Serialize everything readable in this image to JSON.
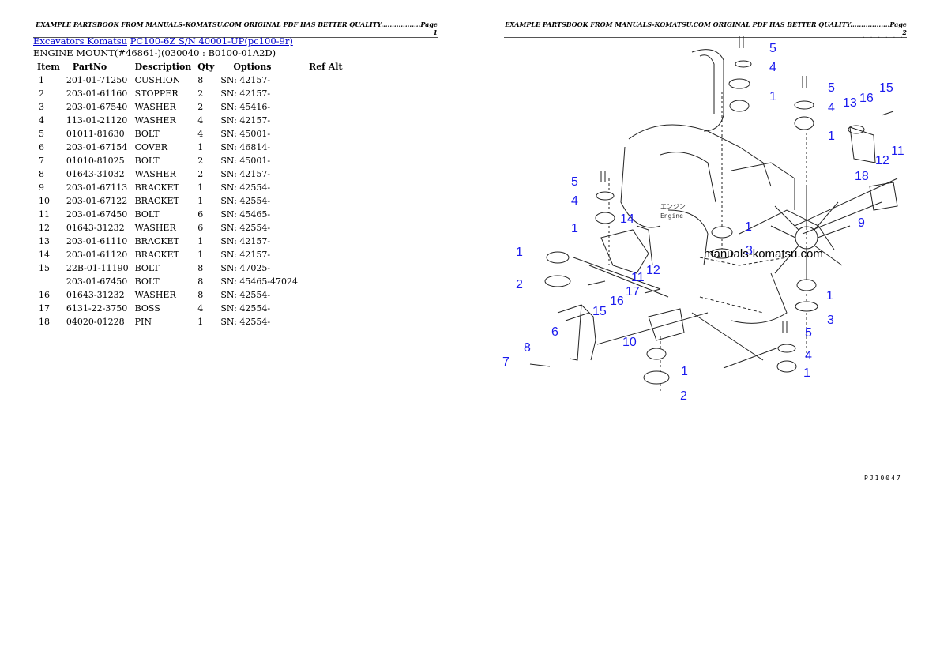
{
  "header": {
    "page1": "EXAMPLE PARTSBOOK FROM MANUALS-KOMATSU.COM ORIGINAL PDF HAS BETTER QUALITY..................Page 1",
    "page2": "EXAMPLE PARTSBOOK FROM MANUALS-KOMATSU.COM ORIGINAL PDF HAS BETTER QUALITY..................Page 2"
  },
  "breadcrumb": {
    "link1": "Excavators Komatsu",
    "link2": "PC100-6Z S/N 40001-UP(pc100-9r)"
  },
  "section_title": "ENGINE MOUNT(#46861-)(030040 : B0100-01A2D)",
  "table": {
    "headers": [
      "Item",
      "PartNo",
      "Description",
      "Qty",
      "Options",
      "Ref Alt"
    ],
    "rows": [
      [
        "1",
        "201-01-71250",
        "CUSHION",
        "8",
        "SN: 42157-",
        ""
      ],
      [
        "2",
        "203-01-61160",
        "STOPPER",
        "2",
        "SN: 42157-",
        ""
      ],
      [
        "3",
        "203-01-67540",
        "WASHER",
        "2",
        "SN: 45416-",
        ""
      ],
      [
        "4",
        "113-01-21120",
        "WASHER",
        "4",
        "SN: 42157-",
        ""
      ],
      [
        "5",
        "01011-81630",
        "BOLT",
        "4",
        "SN: 45001-",
        ""
      ],
      [
        "6",
        "203-01-67154",
        "COVER",
        "1",
        "SN: 46814-",
        ""
      ],
      [
        "7",
        "01010-81025",
        "BOLT",
        "2",
        "SN: 45001-",
        ""
      ],
      [
        "8",
        "01643-31032",
        "WASHER",
        "2",
        "SN: 42157-",
        ""
      ],
      [
        "9",
        "203-01-67113",
        "BRACKET",
        "1",
        "SN: 42554-",
        ""
      ],
      [
        "10",
        "203-01-67122",
        "BRACKET",
        "1",
        "SN: 42554-",
        ""
      ],
      [
        "11",
        "203-01-67450",
        "BOLT",
        "6",
        "SN: 45465-",
        ""
      ],
      [
        "12",
        "01643-31232",
        "WASHER",
        "6",
        "SN: 42554-",
        ""
      ],
      [
        "13",
        "203-01-61110",
        "BRACKET",
        "1",
        "SN: 42157-",
        ""
      ],
      [
        "14",
        "203-01-61120",
        "BRACKET",
        "1",
        "SN: 42157-",
        ""
      ],
      [
        "15",
        "22B-01-11190",
        "BOLT",
        "8",
        "SN: 47025-",
        ""
      ],
      [
        "",
        "203-01-67450",
        "BOLT",
        "8",
        "SN: 45465-47024",
        ""
      ],
      [
        "16",
        "01643-31232",
        "WASHER",
        "8",
        "SN: 42554-",
        ""
      ],
      [
        "17",
        "6131-22-3750",
        "BOSS",
        "4",
        "SN: 42554-",
        ""
      ],
      [
        "18",
        "04020-01228",
        "PIN",
        "1",
        "SN: 42554-",
        ""
      ]
    ]
  },
  "diagram": {
    "watermark": "manuals-komatsu.com",
    "engine_jp": "エンジン",
    "engine_en": "Engine",
    "dots": ". . . . . .",
    "page_code": "PJ10047",
    "callouts": [
      "5",
      "4",
      "1",
      "5",
      "4",
      "1",
      "13",
      "16",
      "15",
      "11",
      "12",
      "18",
      "9",
      "5",
      "4",
      "1",
      "14",
      "1",
      "2",
      "3",
      "1",
      "11",
      "12",
      "16",
      "17",
      "15",
      "6",
      "8",
      "7",
      "10",
      "1",
      "2",
      "1",
      "3",
      "5",
      "4",
      "1"
    ]
  }
}
